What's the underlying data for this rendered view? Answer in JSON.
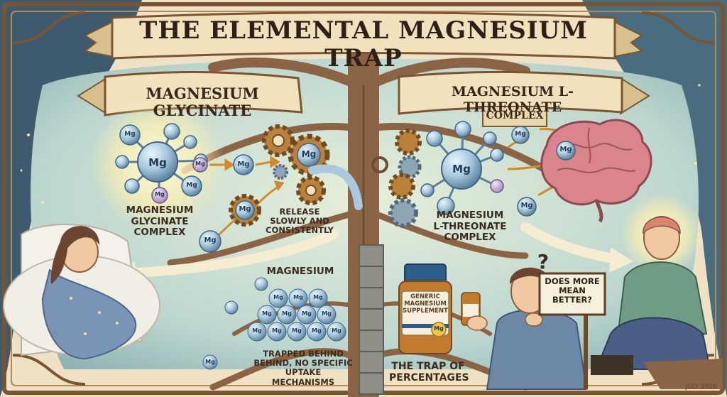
{
  "title": "THE ELEMENTAL MAGNESIUM TRAP",
  "left_banner": "MAGNESIUM GLYCINATE",
  "right_banner": {
    "line1": "MAGNESIUM L-THREONATE",
    "line2": "COMPLEX"
  },
  "glycinate_label": {
    "line1": "MAGNESIUM",
    "line2": "GLYCINATE",
    "line3": "COMPLEX"
  },
  "release_label": {
    "line1": "RELEASE",
    "line2": "SLOWLY AND",
    "line3": "CONSISTENTLY"
  },
  "threonate_label": {
    "line1": "MAGNESIUM",
    "line2": "L-THREONATE",
    "line3": "COMPLEX"
  },
  "roots_label": "MAGNESIUM",
  "trapped_label": {
    "line1": "TRAPPED BEHIND",
    "line2": "BEHIND, NO SPECIFIC",
    "line3": "UPTAKE MECHANISMS"
  },
  "bottle": {
    "line1": "GENERIC",
    "line2": "MAGNESIUM",
    "line3": "SUPPLEMENT",
    "badge": "Mg"
  },
  "trap_label": {
    "line1": "THE TRAP OF",
    "line2": "PERCENTAGES"
  },
  "question_mark": "?",
  "sign": {
    "line1": "DOES MORE",
    "line2": "MEAN",
    "line3": "BETTER?"
  },
  "mg_symbol": "Mg",
  "date": "JULY 2026",
  "colors": {
    "frame": "#7a5532",
    "parchment": "#efe2c4",
    "night": "#3e5a6e",
    "teal": "#bcd6cf",
    "trunk": "#8a6444",
    "mg_ball": "#a9c9de",
    "brain": "#d9858b",
    "sign": "#f6efdd"
  }
}
